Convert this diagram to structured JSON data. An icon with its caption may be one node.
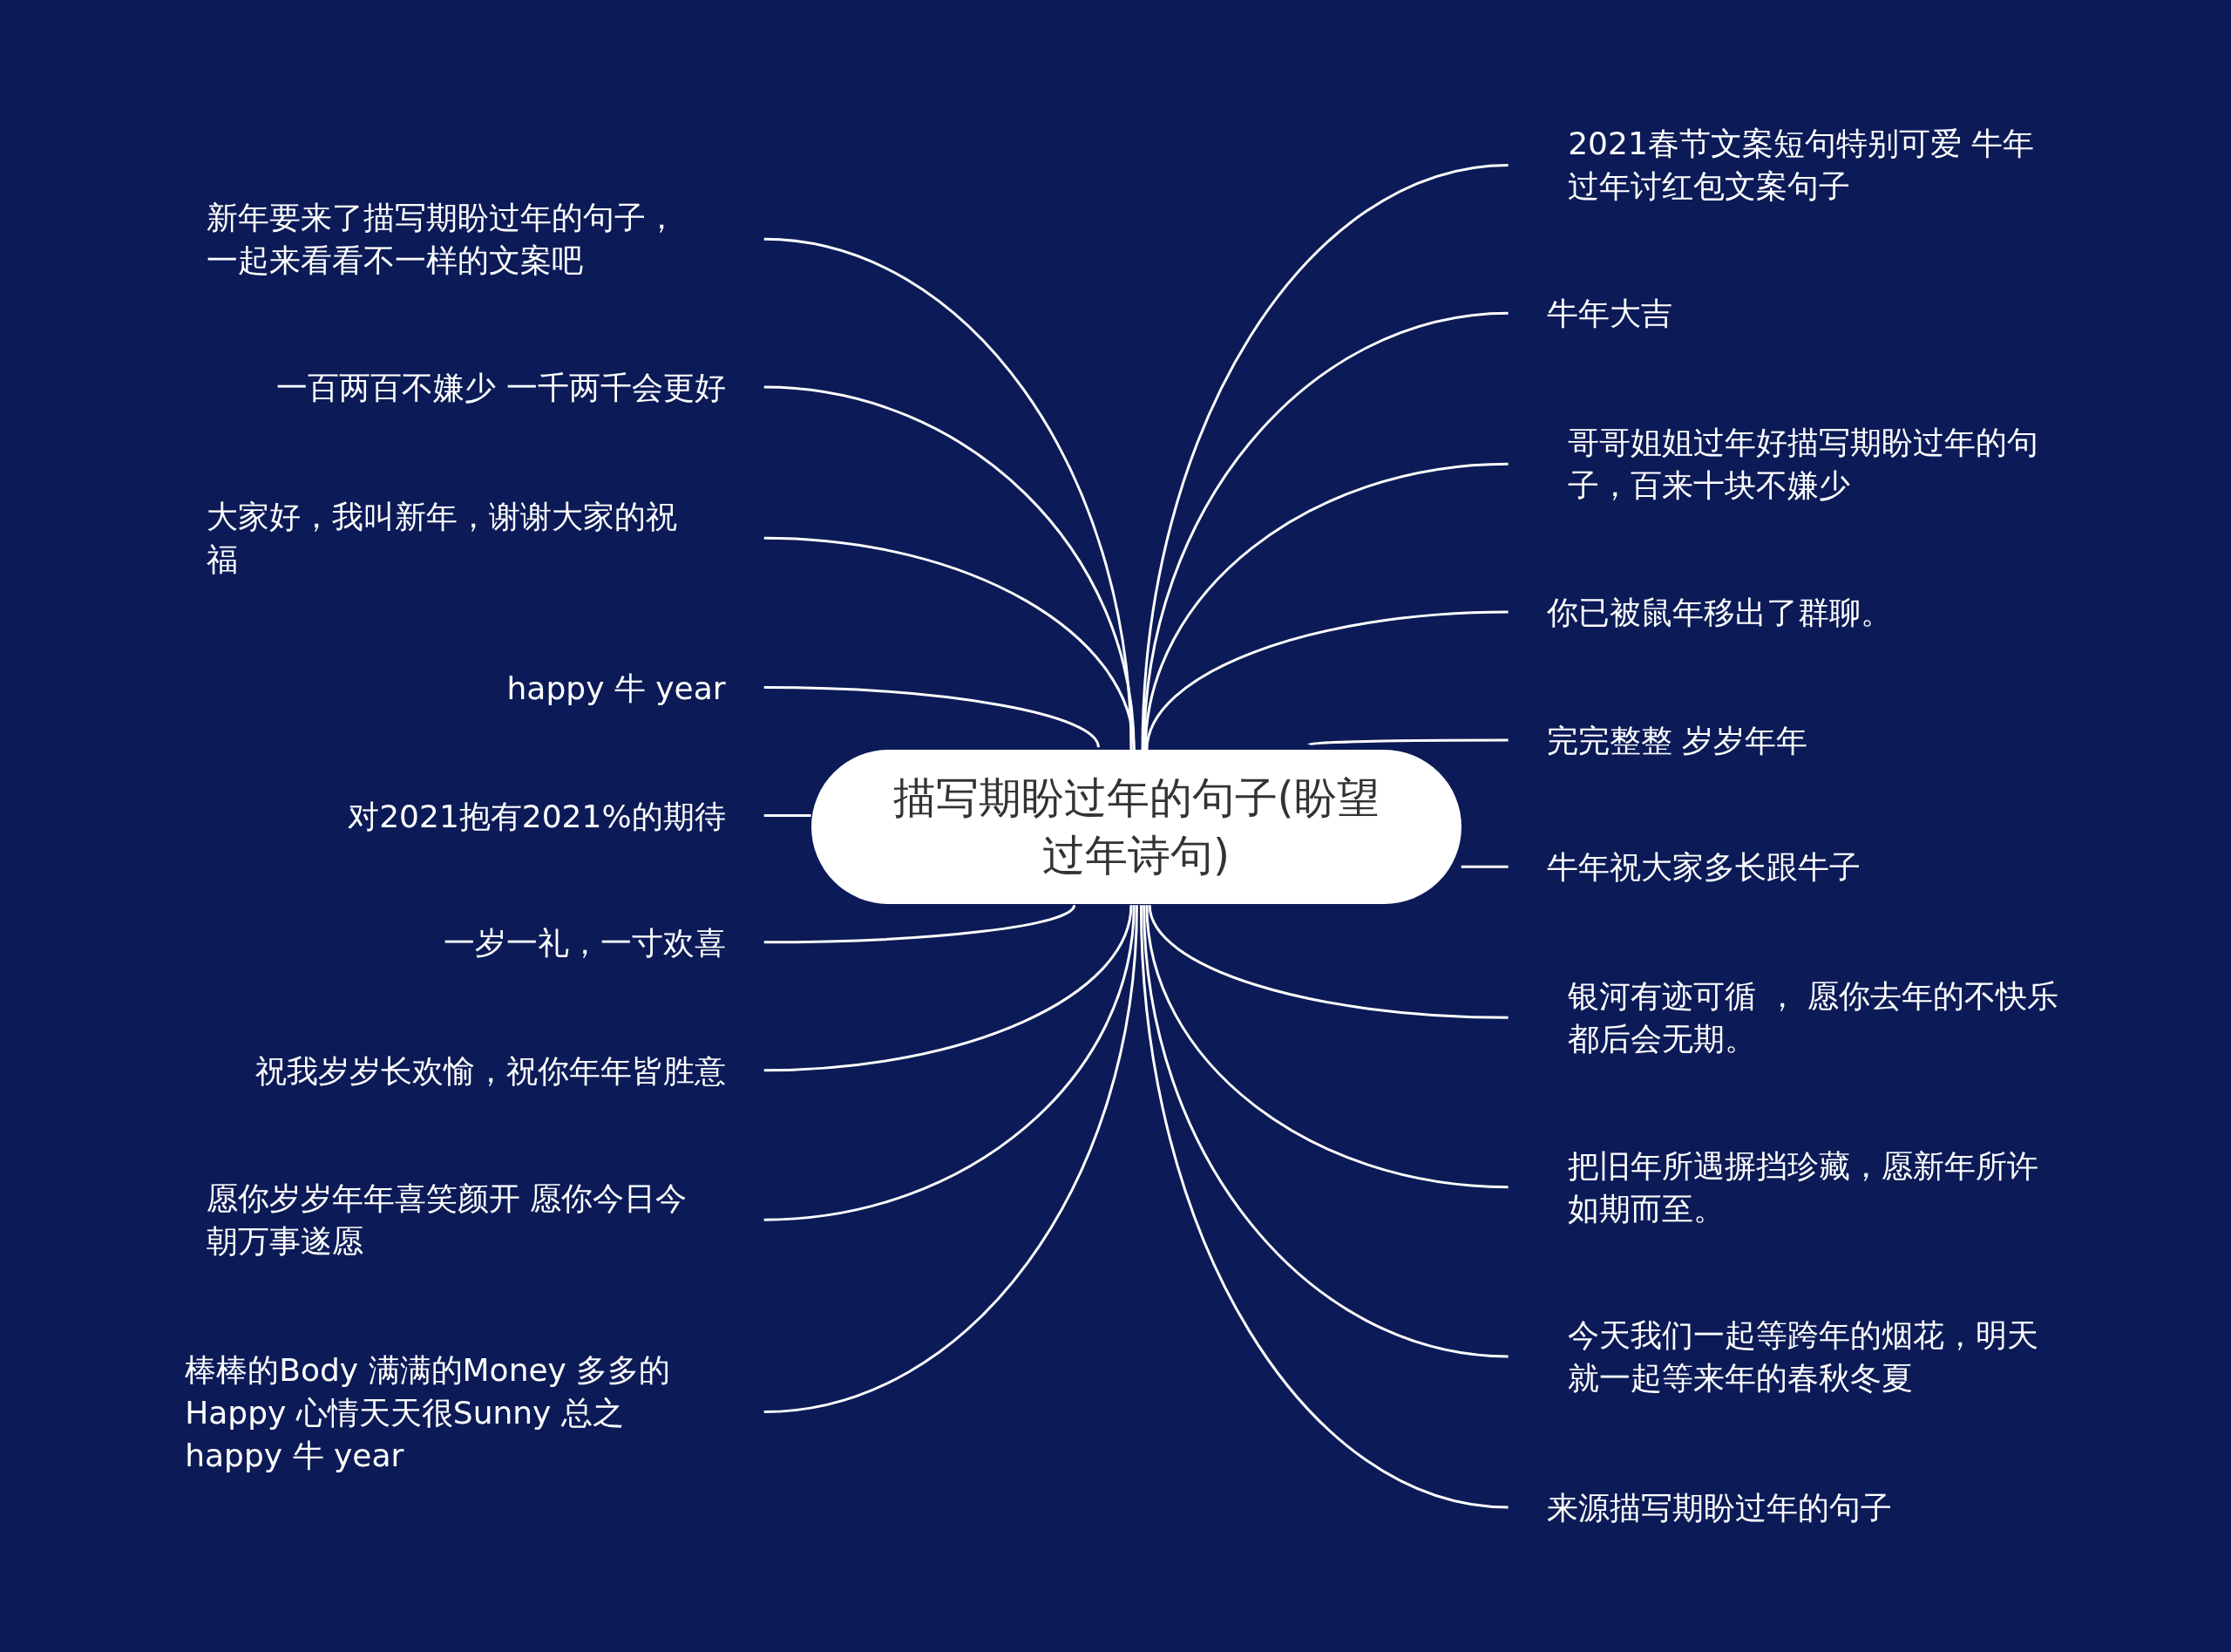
{
  "diagram": {
    "nodes": [
      {
        "text": [
          "描写期盼过年的句子(盼望过年诗句)"
        ]
      },
      {
        "text": [
          "新年要来了描写期盼过年的句子，一起来看看不一样的文案吧"
        ]
      },
      {
        "text": [
          "一百两百不嫌少 一千两千会更好"
        ]
      },
      {
        "text": [
          "大家好，我叫新年，谢谢大家的祝福"
        ]
      },
      {
        "text": [
          "happy 牛 year"
        ]
      },
      {
        "text": [
          "对2021抱有2021%的期待"
        ]
      },
      {
        "text": [
          "一岁一礼，一寸欢喜"
        ]
      },
      {
        "text": [
          "祝我岁岁长欢愉，祝你年年皆胜意"
        ]
      },
      {
        "text": [
          "愿你岁岁年年喜笑颜开 愿你今日今朝万事遂愿"
        ]
      },
      {
        "text": [
          "棒棒的Body 满满的Money 多多的Happy 心情天天很Sunny 总之happy 牛 year"
        ]
      },
      {
        "text": [
          "2021春节文案短句特别可爱 牛年过年讨红包文案句子"
        ]
      },
      {
        "text": [
          "牛年大吉"
        ]
      },
      {
        "text": [
          "哥哥姐姐过年好描写期盼过年的句子，百来十块不嫌少"
        ]
      },
      {
        "text": [
          "你已被鼠年移出了群聊。"
        ]
      },
      {
        "text": [
          "完完整整 岁岁年年"
        ]
      },
      {
        "text": [
          "牛年祝大家多长跟牛子"
        ]
      },
      {
        "text": [
          "银河有迹可循 ， 愿你去年的不快乐都后会无期。"
        ]
      },
      {
        "text": [
          "把旧年所遇摒挡珍藏，愿新年所许如期而至。"
        ]
      },
      {
        "text": [
          "今天我们一起等跨年的烟花，明天就一起等来年的春秋冬夏"
        ]
      },
      {
        "text": [
          "来源描写期盼过年的句子"
        ]
      }
    ],
    "edges": [
      {
        "from": 0,
        "to": 1,
        "arrow": "none"
      },
      {
        "from": 0,
        "to": 2,
        "arrow": "none"
      },
      {
        "from": 0,
        "to": 3,
        "arrow": "none"
      },
      {
        "from": 0,
        "to": 4,
        "arrow": "none"
      },
      {
        "from": 0,
        "to": 5,
        "arrow": "none"
      },
      {
        "from": 0,
        "to": 6,
        "arrow": "none"
      },
      {
        "from": 0,
        "to": 7,
        "arrow": "none"
      },
      {
        "from": 0,
        "to": 8,
        "arrow": "none"
      },
      {
        "from": 0,
        "to": 9,
        "arrow": "none"
      },
      {
        "from": 0,
        "to": 10,
        "arrow": "none"
      },
      {
        "from": 0,
        "to": 11,
        "arrow": "none"
      },
      {
        "from": 0,
        "to": 12,
        "arrow": "none"
      },
      {
        "from": 0,
        "to": 13,
        "arrow": "none"
      },
      {
        "from": 0,
        "to": 14,
        "arrow": "none"
      },
      {
        "from": 0,
        "to": 15,
        "arrow": "none"
      },
      {
        "from": 0,
        "to": 16,
        "arrow": "none"
      },
      {
        "from": 0,
        "to": 17,
        "arrow": "none"
      },
      {
        "from": 0,
        "to": 18,
        "arrow": "none"
      },
      {
        "from": 0,
        "to": 19,
        "arrow": "none"
      }
    ]
  }
}
